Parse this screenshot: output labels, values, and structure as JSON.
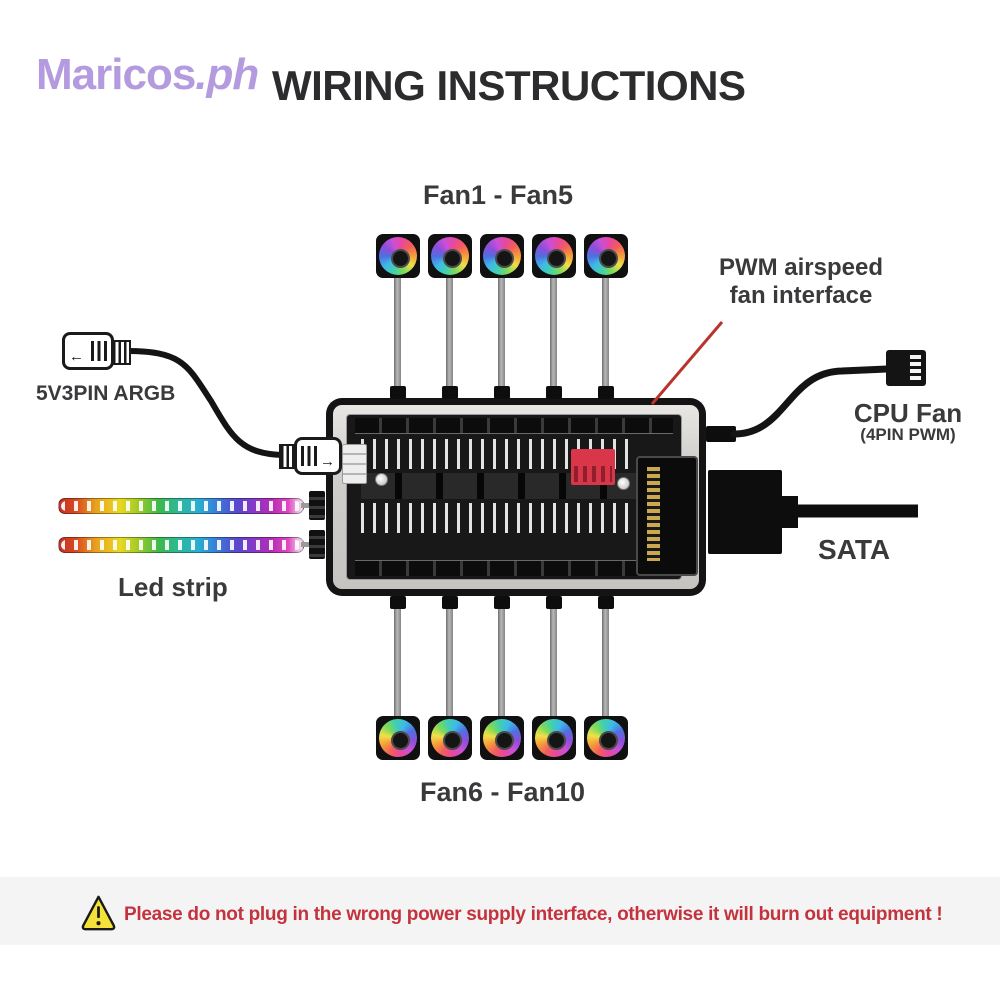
{
  "brand": {
    "name": "Maricos",
    "suffix": ".ph",
    "color": "#b49ade"
  },
  "header": {
    "title": "WIRING INSTRUCTIONS"
  },
  "diagram": {
    "fan_group_top": {
      "label": "Fan1 - Fan5",
      "count": 5
    },
    "fan_group_bottom": {
      "label": "Fan6 - Fan10",
      "count": 5
    },
    "hub_callout": {
      "line1": "PWM airspeed",
      "line2": "fan interface"
    },
    "argb_label": "5V3PIN ARGB",
    "cpu_fan": {
      "label": "CPU Fan",
      "sublabel": "(4PIN PWM)"
    },
    "sata_label": "SATA",
    "led_strip_label": "Led strip",
    "hub": {
      "description": "10-port PWM/ARGB fan hub PCB"
    }
  },
  "warning": {
    "icon": "warning-triangle",
    "text": "Please do not plug in the wrong power supply interface, otherwise it will burn out equipment !",
    "text_color": "#c4323e",
    "triangle_color": "#f2e23a"
  },
  "colors": {
    "brand": "#b49ade",
    "title": "#2c2c2e",
    "labels": "#3a3a3c",
    "annotation_line": "#b8342c",
    "dip_block": "#d9364a",
    "background": "#ffffff"
  }
}
